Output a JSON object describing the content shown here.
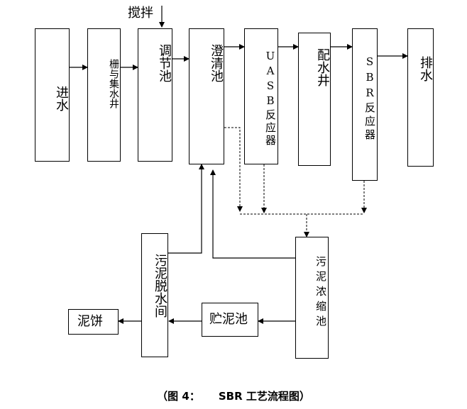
{
  "nodes": {
    "inflow": "进水",
    "screen": "栅与集水井",
    "equalization": "调节池",
    "clarifier": "澄清池",
    "uasb": "UASB反应器",
    "distribution_well": "配水井",
    "sbr": "SBR反应器",
    "discharge": "排水",
    "sludge_dewatering": "污泥脱水间",
    "sludge_thickener": "污泥浓缩池",
    "sludge_storage": "贮泥池",
    "sludge_cake": "泥饼"
  },
  "annotations": {
    "stirring": "搅拌"
  },
  "caption": {
    "prefix": "（图 4：",
    "title": "SBR 工艺流程图）"
  }
}
